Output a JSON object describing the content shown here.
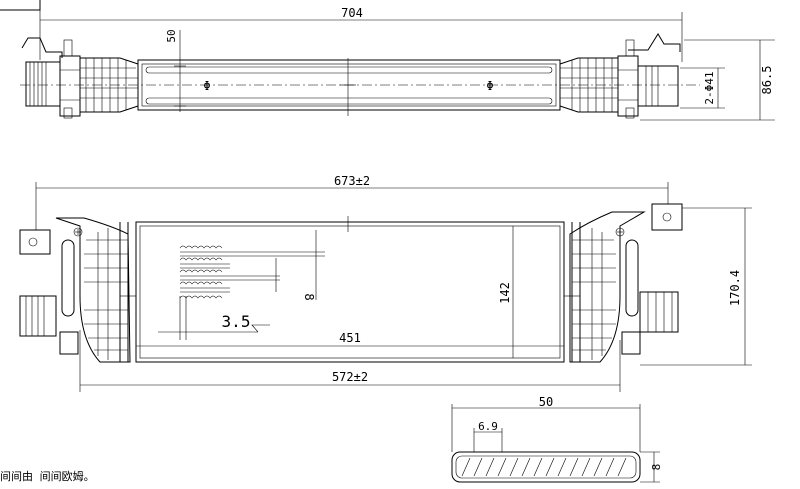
{
  "dimensions": {
    "top_length": "704",
    "top_tube_height": "50",
    "top_overall_height": "86.5",
    "top_port": "2-Φ41",
    "front_width": "673±2",
    "front_inner_width": "572±2",
    "front_core_width": "451",
    "front_height": "170.4",
    "front_core_height": "142",
    "fin_pitch": "3.5",
    "fin_height": "8",
    "section_width": "50",
    "section_pitch": "6.9",
    "section_height": "8"
  },
  "phi_symbol": "Φ",
  "footer_note": "间间由 间间欧姆。"
}
